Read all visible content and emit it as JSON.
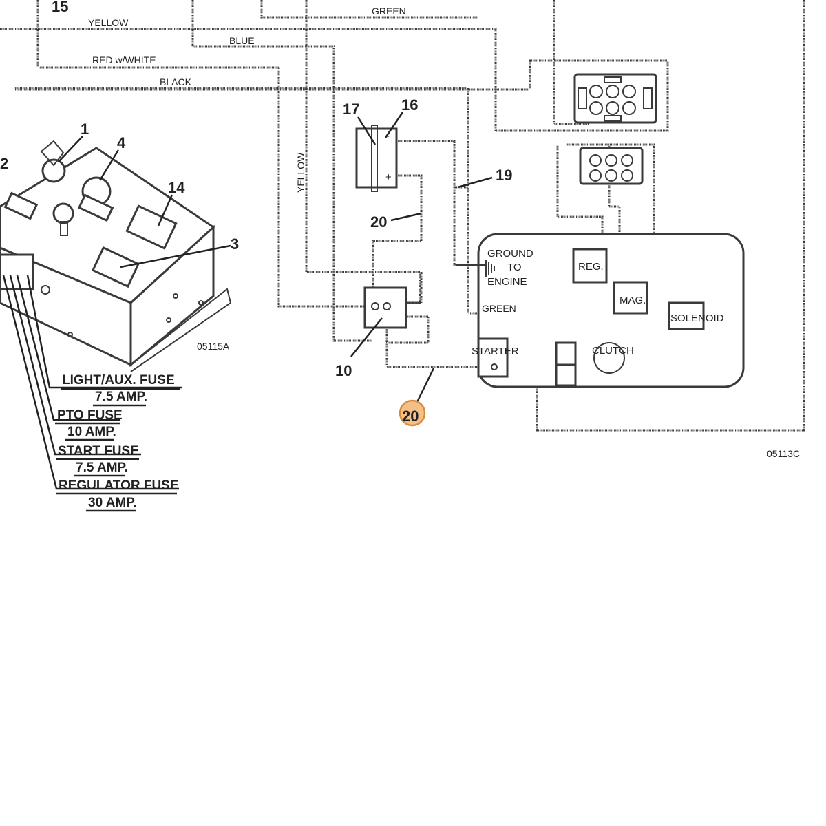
{
  "diagram": {
    "wire_labels": {
      "yellow_top": "YELLOW",
      "green_top": "GREEN",
      "blue": "BLUE",
      "red_white": "RED w/WHITE",
      "black": "BLACK",
      "yellow_vertical": "YELLOW",
      "green_starter": "GREEN"
    },
    "callouts": {
      "c15": "15",
      "c1": "1",
      "c2": "2",
      "c4": "4",
      "c14": "14",
      "c3": "3",
      "c17": "17",
      "c16": "16",
      "c19": "19",
      "c20a": "20",
      "c10": "10",
      "c20_hot": "20"
    },
    "components": {
      "ground": "GROUND",
      "to": "TO",
      "engine": "ENGINE",
      "reg": "REG.",
      "mag": "MAG.",
      "solenoid": "SOLENOID",
      "starter": "STARTER",
      "clutch": "CLUTCH"
    },
    "fuses": [
      {
        "name": "LIGHT/AUX. FUSE",
        "rating": "7.5 AMP."
      },
      {
        "name": "PTO FUSE",
        "rating": "10 AMP."
      },
      {
        "name": "START FUSE",
        "rating": "7.5 AMP."
      },
      {
        "name": "REGULATOR FUSE",
        "rating": "30 AMP."
      }
    ],
    "figure_codes": {
      "panel": "05115A",
      "schematic": "05113C"
    },
    "battery_marks": {
      "plus": "+",
      "minus": "-"
    }
  },
  "colors": {
    "line": "#3a3a3a",
    "hotspot_fill": "#f4c08a",
    "hotspot_stroke": "#d98a3a"
  }
}
